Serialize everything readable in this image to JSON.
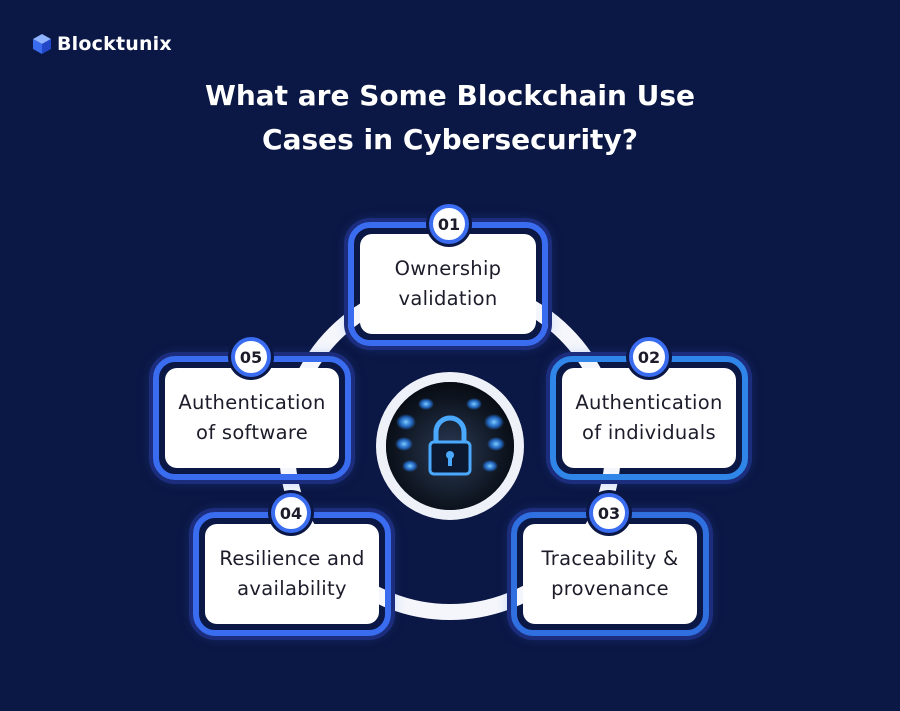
{
  "brand": {
    "name": "Blocktunix"
  },
  "title": {
    "line1": "What are Some Blockchain Use",
    "line2": "Cases in Cybersecurity?"
  },
  "use_cases": [
    {
      "number": "01",
      "line1": "Ownership",
      "line2": "validation"
    },
    {
      "number": "02",
      "line1": "Authentication",
      "line2": "of individuals"
    },
    {
      "number": "03",
      "line1": "Traceability &",
      "line2": "provenance"
    },
    {
      "number": "04",
      "line1": "Resilience and",
      "line2": "availability"
    },
    {
      "number": "05",
      "line1": "Authentication",
      "line2": "of software"
    }
  ],
  "center_image": {
    "icon": "padlock-icon"
  },
  "colors": {
    "background": "#0b1744",
    "accent": "#3a6cf0",
    "card": "#ffffff",
    "ring": "#f4f6fb"
  }
}
